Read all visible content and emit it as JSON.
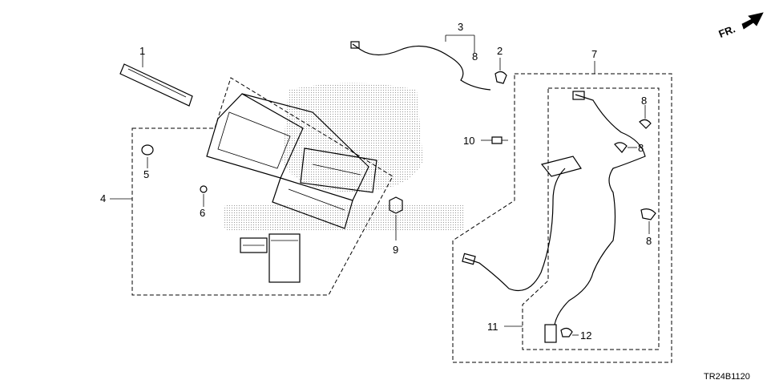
{
  "diagram": {
    "drawing_code": "TR24B1120",
    "direction_label": "FR.",
    "callouts": {
      "c1": "1",
      "c2": "2",
      "c3": "3",
      "c4": "4",
      "c5": "5",
      "c6": "6",
      "c7": "7",
      "c8a": "8",
      "c8b": "8",
      "c8c": "8",
      "c8d": "8",
      "c9": "9",
      "c10": "10",
      "c11": "11",
      "c12": "12"
    },
    "icons": {
      "direction": "arrow-right-icon",
      "watermark": "honda-logo-watermark"
    }
  }
}
